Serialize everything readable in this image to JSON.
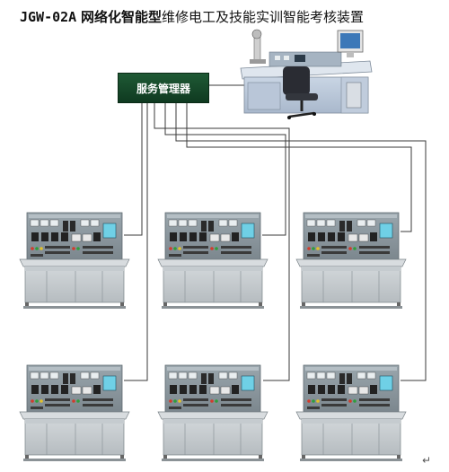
{
  "title": {
    "code": "JGW-02A",
    "bold_part": "网络化智能型",
    "rest": "维修电工及技能实训智能考核装置"
  },
  "server": {
    "label": "服务管理器"
  },
  "paragraph_mark": "↵"
}
